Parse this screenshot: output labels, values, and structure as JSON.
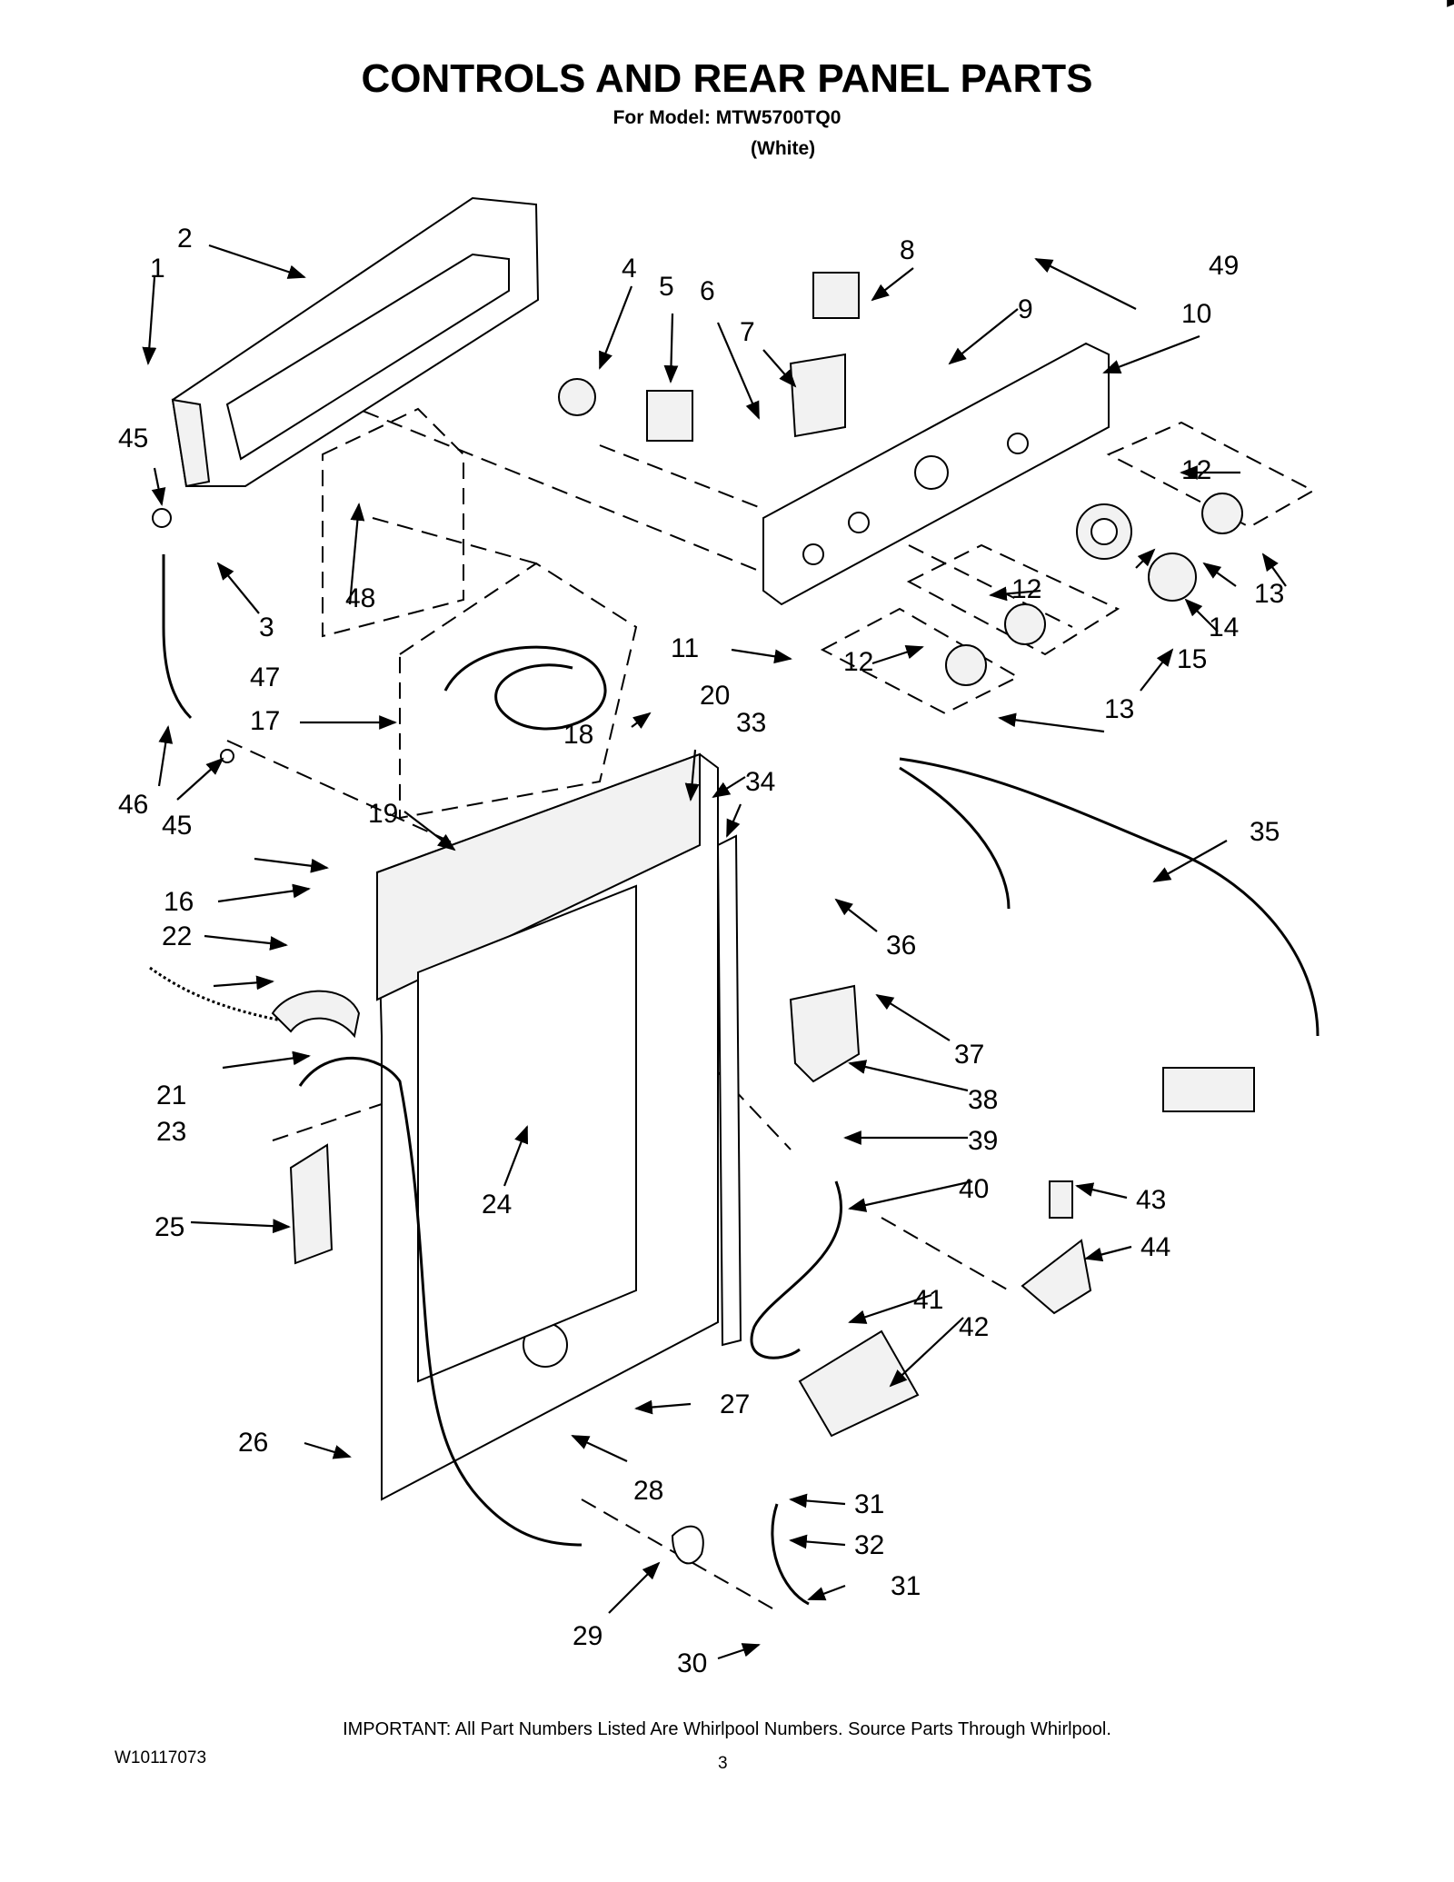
{
  "header": {
    "title": "CONTROLS AND REAR PANEL PARTS",
    "model_line": "For Model: MTW5700TQ0",
    "color_line": "(White)"
  },
  "callouts": [
    "1",
    "2",
    "3",
    "4",
    "5",
    "6",
    "7",
    "8",
    "9",
    "10",
    "11",
    "12",
    "13",
    "14",
    "15",
    "16",
    "17",
    "18",
    "19",
    "20",
    "21",
    "22",
    "23",
    "24",
    "25",
    "26",
    "27",
    "28",
    "29",
    "30",
    "31",
    "32",
    "33",
    "34",
    "35",
    "36",
    "37",
    "38",
    "39",
    "40",
    "41",
    "42",
    "43",
    "44",
    "45",
    "46",
    "47",
    "48",
    "49"
  ],
  "footer": {
    "important_note": "IMPORTANT: All Part Numbers Listed Are Whirlpool Numbers. Source Parts Through Whirlpool.",
    "document_number": "W10117073",
    "page_number": "3"
  }
}
